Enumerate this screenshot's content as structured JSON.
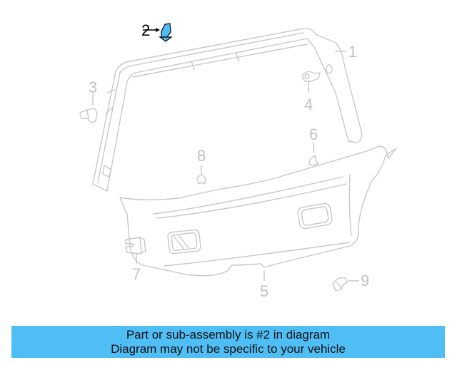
{
  "diagram": {
    "subject": "Liftgate / back window interior trim panel assembly",
    "highlight_color": "#4fbef5",
    "line_color": "#c8c8c8",
    "callouts": [
      {
        "number": "1",
        "part": "upper window garnish frame",
        "highlighted": false
      },
      {
        "number": "2",
        "part": "highlighted clip",
        "highlighted": true
      },
      {
        "number": "3",
        "part": "clip",
        "highlighted": false
      },
      {
        "number": "4",
        "part": "clip",
        "highlighted": false
      },
      {
        "number": "5",
        "part": "lower liftgate trim panel",
        "highlighted": false
      },
      {
        "number": "6",
        "part": "clip",
        "highlighted": false
      },
      {
        "number": "7",
        "part": "clip",
        "highlighted": false
      },
      {
        "number": "8",
        "part": "clip",
        "highlighted": false
      },
      {
        "number": "9",
        "part": "clip",
        "highlighted": false
      }
    ]
  },
  "banner": {
    "line1": "Part or sub-assembly is #2 in diagram",
    "line2": "Diagram may not be specific to your vehicle",
    "background": "#4fbef5"
  }
}
